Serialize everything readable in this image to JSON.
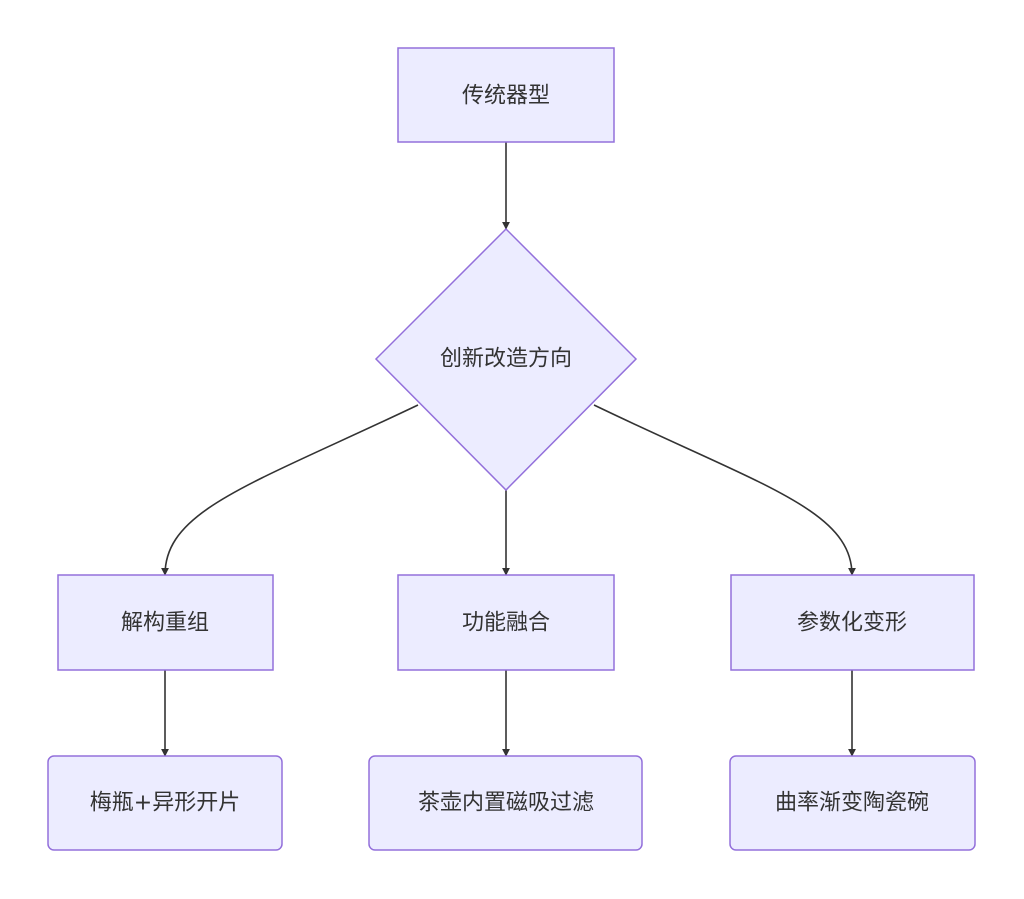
{
  "colors": {
    "node_fill": "#ececff",
    "node_stroke": "#9370db",
    "edge": "#333333",
    "text": "#333333",
    "background": "#ffffff"
  },
  "nodes": {
    "traditional_form": "传统器型",
    "innovation_direction": "创新改造方向",
    "deconstruct": "解构重组",
    "function_fusion": "功能融合",
    "parametric": "参数化变形",
    "meiping": "梅瓶+异形开片",
    "teapot": "茶壶内置磁吸过滤",
    "curvature_bowl": "曲率渐变陶瓷碗"
  }
}
